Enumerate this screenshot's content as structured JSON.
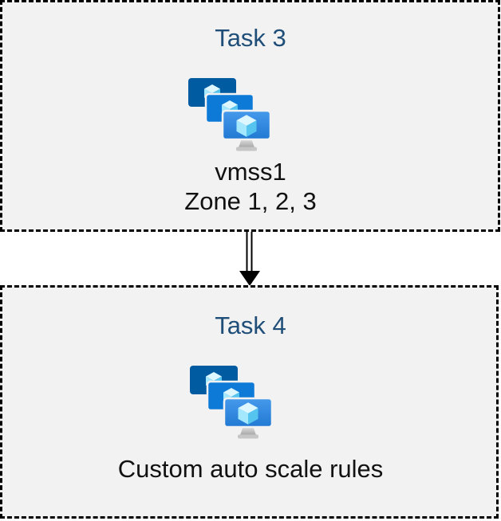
{
  "canvas": {
    "background": "#ffffff",
    "box_fill": "#f2f2f2",
    "box_border_color": "#000000",
    "box_border_style": "dashed",
    "title_color": "#1f4e79",
    "text_color": "#111111"
  },
  "boxes": [
    {
      "title": "Task 3",
      "icon": "azure-vm-scale-sets-icon",
      "lines": [
        "vmss1",
        "Zone 1, 2, 3"
      ]
    },
    {
      "title": "Task 4",
      "icon": "azure-vm-scale-sets-icon",
      "lines": [
        "Custom auto scale rules"
      ]
    }
  ],
  "connector": {
    "shape": "double-line-arrow",
    "direction": "down",
    "color": "#000000"
  },
  "icon": {
    "name": "azure-vm-scale-sets",
    "colors": {
      "screen_back": "#005BA1",
      "screen_middle": "#0E7AD8",
      "screen_front_top": "#469AEC",
      "screen_front_bottom": "#2179D2",
      "cube_top": "#DCF7FF",
      "cube_left": "#A3E8FF",
      "cube_right": "#55C5F0",
      "stand_light": "#D8D8D8",
      "stand_dark": "#A7A7A7",
      "stand_base": "#C6C6C6"
    }
  }
}
